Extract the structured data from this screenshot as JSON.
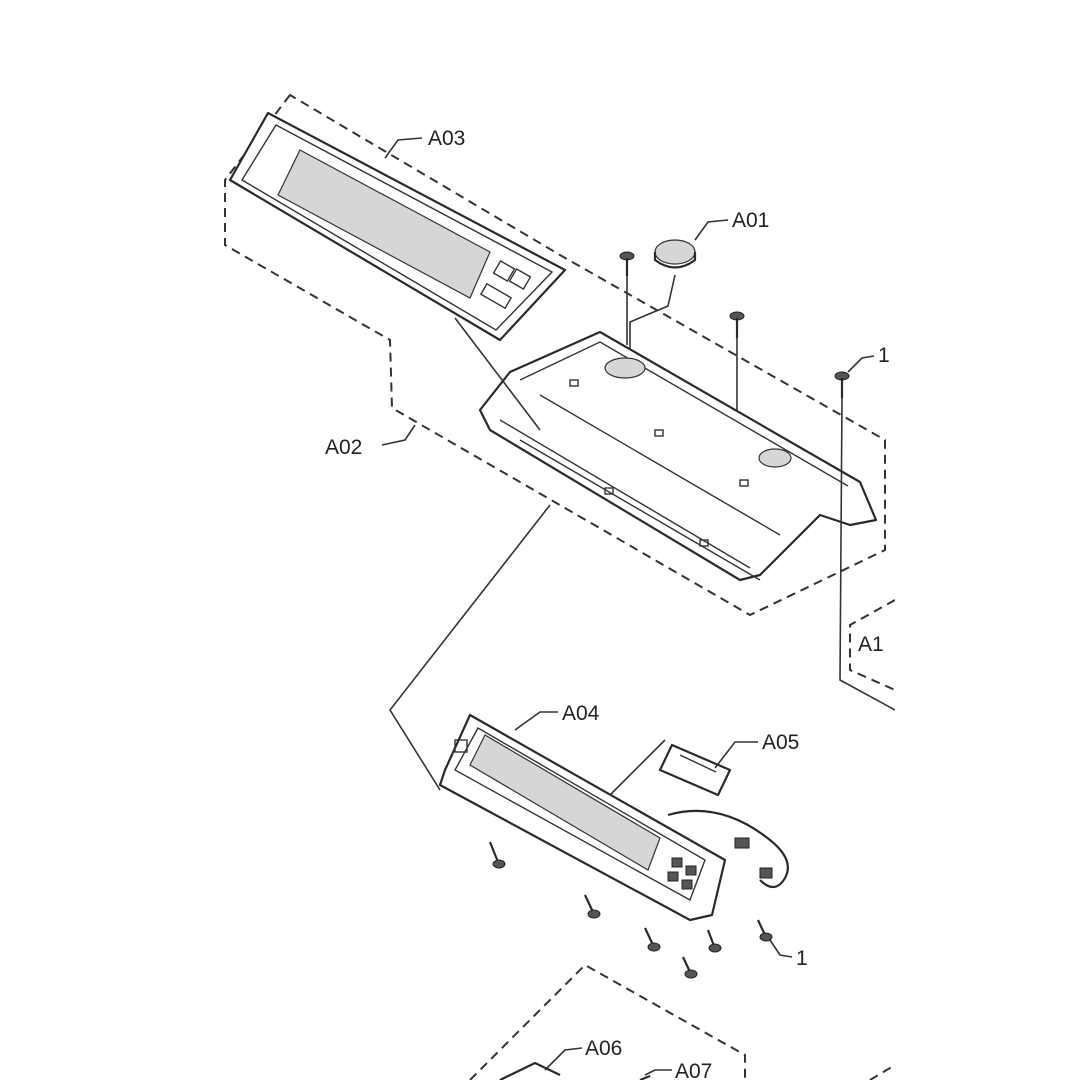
{
  "diagram": {
    "labels": {
      "a01": "A01",
      "a02": "A02",
      "a03": "A03",
      "a04": "A04",
      "a05": "A05",
      "a06": "A06",
      "a07": "A07",
      "a11": "A1",
      "screw_top": "1",
      "screw_bottom": "1"
    },
    "colors": {
      "line": "#2a2a2a",
      "background": "#ffffff"
    }
  }
}
